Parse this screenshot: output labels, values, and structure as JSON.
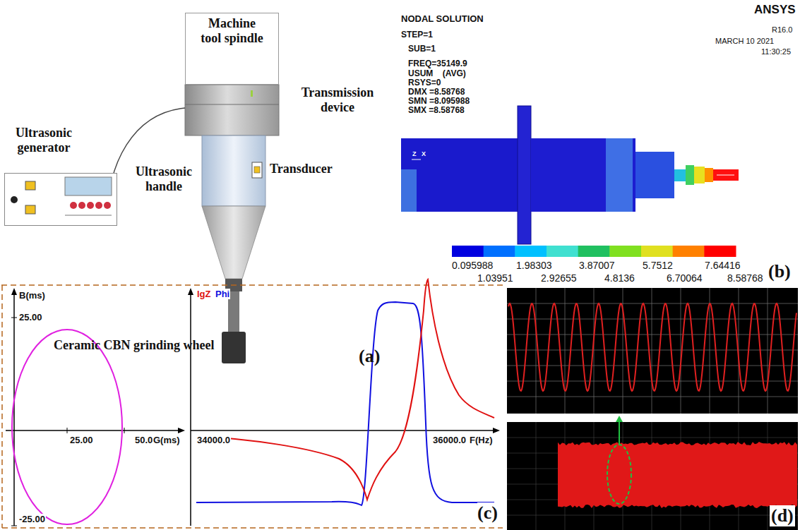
{
  "diagram": {
    "nodes": [
      {
        "text": [
          "Machine tool spindle"
        ]
      },
      {
        "text": [
          "Ultrasonic generator"
        ]
      }
    ],
    "labels": [
      "Transmission device",
      "Ultrasonic handle",
      "Transducer",
      "Ceramic CBN grinding wheel",
      "(a)",
      "NODAL SOLUTION",
      "STEP=1",
      "SUB=1",
      "FREQ=35149.9",
      "USUM    (AVG)",
      "RSYS=0",
      "DMX =8.58768",
      "SMN =8.095988",
      "SMX =8.58768",
      "ANSYS",
      "R16.0",
      "MARCH 10 2021",
      "11:30:25",
      "Z",
      "X",
      "0.095988",
      "1.98303",
      "3.87007",
      "5.7512",
      "7.64416",
      "1.03951",
      "2.92655",
      "4.8136",
      "6.70064",
      "8.58768",
      "(b)",
      "B(ms)",
      "25.00",
      "-25.00",
      "25.00",
      "50.00",
      "G(ms)",
      "lgZ",
      "Phi",
      "34000.0",
      "36000.0",
      "F(Hz)",
      "(c)",
      "(d)"
    ]
  }
}
